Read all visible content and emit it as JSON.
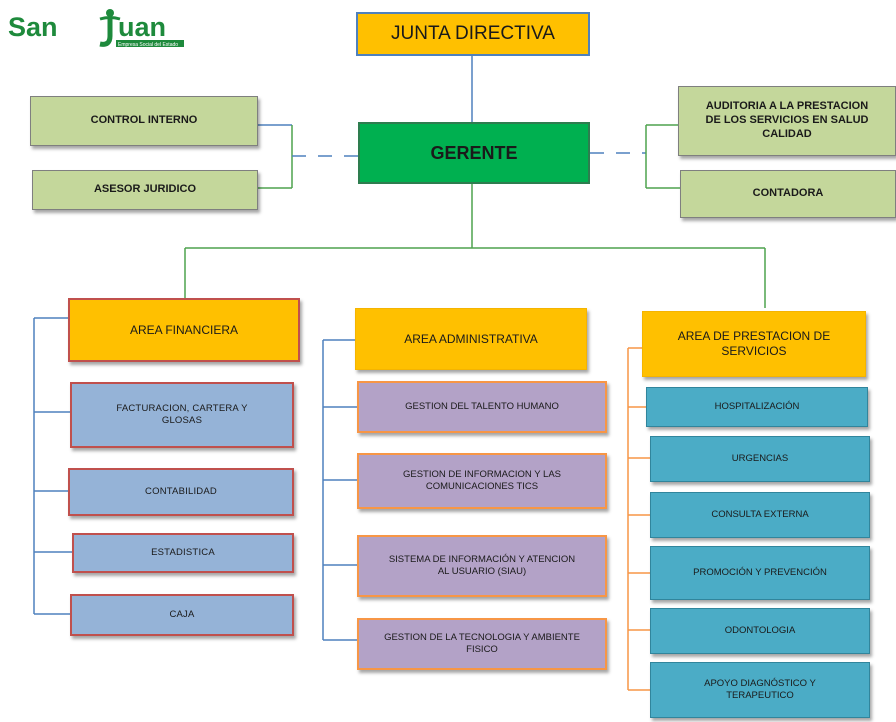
{
  "logo": {
    "text_left": "San",
    "text_right": "uan",
    "tagline": "Empresa Social del Estado",
    "color": "#1e8a3c"
  },
  "top": {
    "junta": "JUNTA DIRECTIVA",
    "gerente": "GERENTE"
  },
  "staff_left": [
    "CONTROL  INTERNO",
    "ASESOR JURIDICO"
  ],
  "staff_right": [
    "AUDITORIA A LA PRESTACION DE LOS SERVICIOS EN SALUD CALIDAD",
    "CONTADORA"
  ],
  "areas": {
    "financiera": {
      "title": "AREA FINANCIERA",
      "items": [
        "FACTURACION, CARTERA Y GLOSAS",
        "CONTABILIDAD",
        "ESTADISTICA",
        "CAJA"
      ]
    },
    "administrativa": {
      "title": "AREA ADMINISTRATIVA",
      "items": [
        "GESTION DEL TALENTO HUMANO",
        "GESTION DE INFORMACION Y LAS COMUNICACIONES TICS",
        "SISTEMA DE INFORMACIÓN Y ATENCION AL USUARIO (SIAU)",
        "GESTION DE LA TECNOLOGIA Y AMBIENTE FISICO"
      ]
    },
    "servicios": {
      "title": "AREA DE PRESTACION DE SERVICIOS",
      "items": [
        "HOSPITALIZACIÓN",
        "URGENCIAS",
        "CONSULTA EXTERNA",
        "PROMOCIÓN Y PREVENCIÓN",
        "ODONTOLOGIA",
        "APOYO DIAGNÓSTICO Y TERAPEUTICO"
      ]
    }
  },
  "colors": {
    "connector_blue": "#4f81bd",
    "connector_green": "#4ea24e",
    "junta_fill": "#ffc000",
    "gerente_fill": "#00b050",
    "staff_fill": "#c4d79b",
    "financiera_items": "#95b3d7",
    "administrativa_items": "#b3a2c7",
    "servicios_items": "#4bacc6"
  }
}
